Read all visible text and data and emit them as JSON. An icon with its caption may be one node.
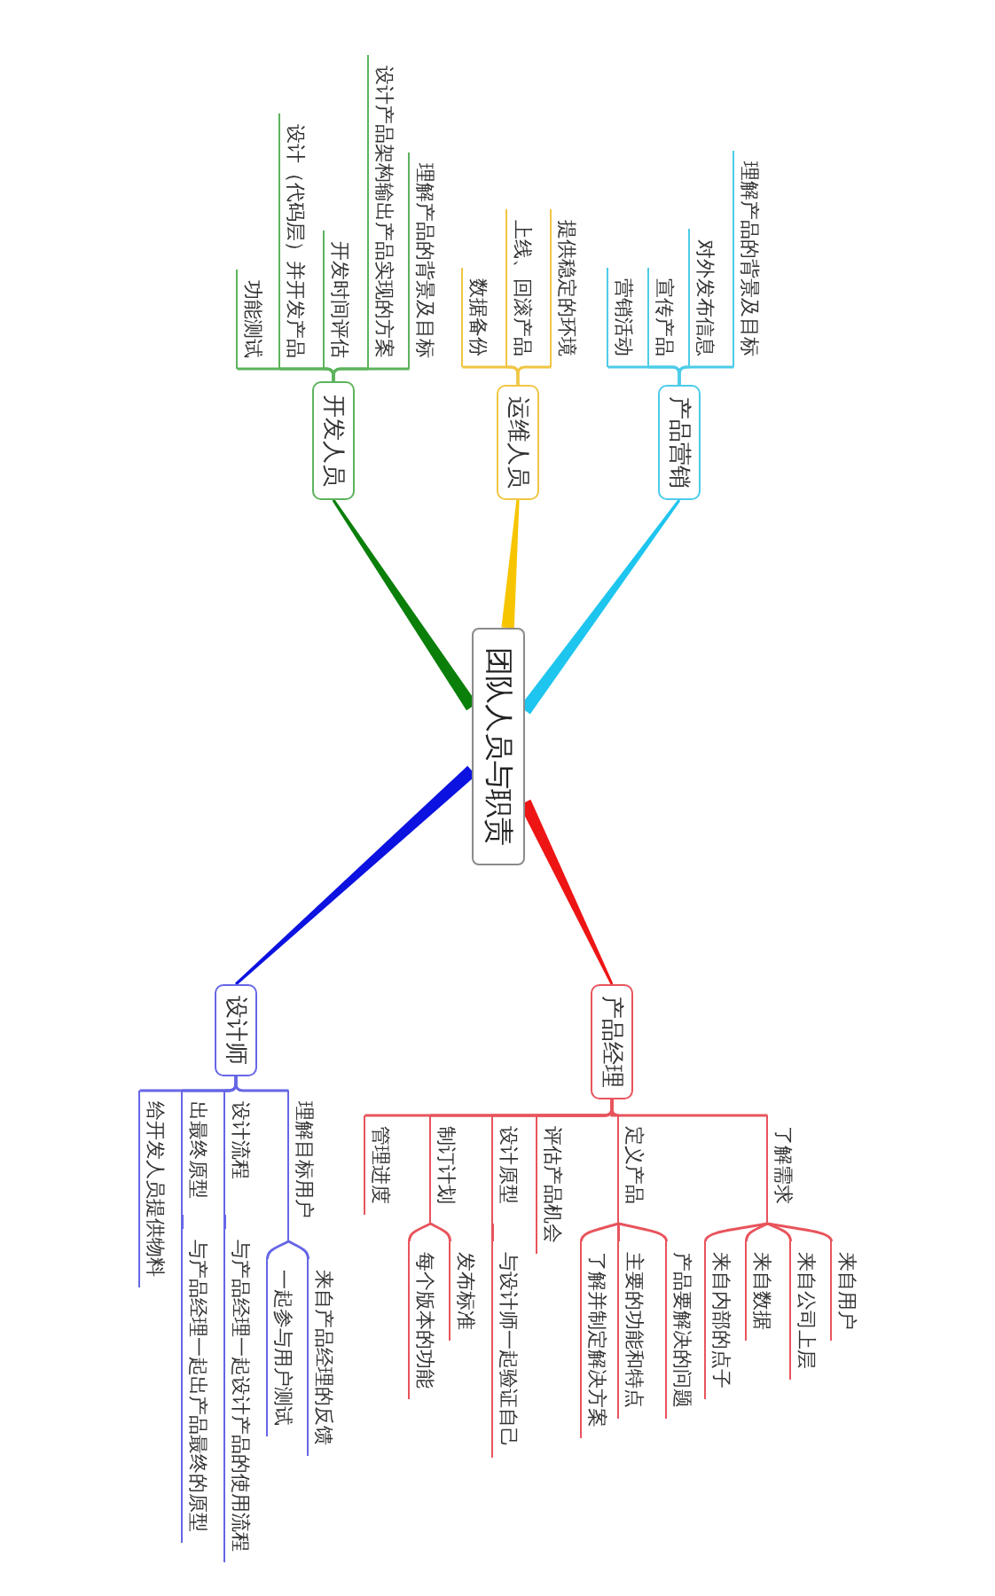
{
  "diagram": {
    "nodes": [
      {
        "text": [
          "团队人员与职责"
        ]
      },
      {
        "text": [
          "开发人员"
        ]
      },
      {
        "text": [
          "理解产品的背景及目标"
        ]
      },
      {
        "text": [
          "设计产品架构输出产品实现的方案"
        ]
      },
      {
        "text": [
          "开发时间评估"
        ]
      },
      {
        "text": [
          "设计（代码层）并开发产品"
        ]
      },
      {
        "text": [
          "功能测试"
        ]
      },
      {
        "text": [
          "运维人员"
        ]
      },
      {
        "text": [
          "提供稳定的环境"
        ]
      },
      {
        "text": [
          "上线、回滚产品"
        ]
      },
      {
        "text": [
          "数据备份"
        ]
      },
      {
        "text": [
          "产品营销"
        ]
      },
      {
        "text": [
          "理解产品的背景及目标"
        ]
      },
      {
        "text": [
          "对外发布信息"
        ]
      },
      {
        "text": [
          "宣传产品"
        ]
      },
      {
        "text": [
          "营销活动"
        ]
      },
      {
        "text": [
          "产品经理"
        ]
      },
      {
        "text": [
          "了解需求"
        ]
      },
      {
        "text": [
          "来自用户"
        ]
      },
      {
        "text": [
          "来自公司上层"
        ]
      },
      {
        "text": [
          "来自数据"
        ]
      },
      {
        "text": [
          "来自内部的点子"
        ]
      },
      {
        "text": [
          "定义产品"
        ]
      },
      {
        "text": [
          "产品要解决的问题"
        ]
      },
      {
        "text": [
          "主要的功能和特点"
        ]
      },
      {
        "text": [
          "了解并制定解决方案"
        ]
      },
      {
        "text": [
          "评估产品机会"
        ]
      },
      {
        "text": [
          "设计原型"
        ]
      },
      {
        "text": [
          "与设计师一起验证自己"
        ]
      },
      {
        "text": [
          "制订计划"
        ]
      },
      {
        "text": [
          "发布标准"
        ]
      },
      {
        "text": [
          "每个版本的功能"
        ]
      },
      {
        "text": [
          "管理进度"
        ]
      },
      {
        "text": [
          "设计师"
        ]
      },
      {
        "text": [
          "理解目标用户"
        ]
      },
      {
        "text": [
          "来自产品经理的反馈"
        ]
      },
      {
        "text": [
          "一起参与用户测试"
        ]
      },
      {
        "text": [
          "设计流程"
        ]
      },
      {
        "text": [
          "与产品经理一起设计产品的使用流程"
        ]
      },
      {
        "text": [
          "出最终原型"
        ]
      },
      {
        "text": [
          "与产品经理一起出产品最终的原型"
        ]
      },
      {
        "text": [
          "给开发人员提供物料"
        ]
      }
    ],
    "edges": [
      {
        "from": 0,
        "to": 1,
        "arrow": "none",
        "style": "thick",
        "color": "#0a7f0a"
      },
      {
        "from": 0,
        "to": 7,
        "arrow": "none",
        "style": "thick",
        "color": "#f6c500"
      },
      {
        "from": 0,
        "to": 11,
        "arrow": "none",
        "style": "thick",
        "color": "#1ec5ee"
      },
      {
        "from": 0,
        "to": 16,
        "arrow": "none",
        "style": "thick",
        "color": "#ee1515"
      },
      {
        "from": 0,
        "to": 33,
        "arrow": "none",
        "style": "thick",
        "color": "#0c12e0"
      },
      {
        "from": 1,
        "to": 2,
        "arrow": "none",
        "color": "#5cb35c"
      },
      {
        "from": 1,
        "to": 3,
        "arrow": "none",
        "color": "#5cb35c"
      },
      {
        "from": 1,
        "to": 4,
        "arrow": "none",
        "color": "#5cb35c"
      },
      {
        "from": 1,
        "to": 5,
        "arrow": "none",
        "color": "#5cb35c"
      },
      {
        "from": 1,
        "to": 6,
        "arrow": "none",
        "color": "#5cb35c"
      },
      {
        "from": 7,
        "to": 8,
        "arrow": "none",
        "color": "#f0c644"
      },
      {
        "from": 7,
        "to": 9,
        "arrow": "none",
        "color": "#f0c644"
      },
      {
        "from": 7,
        "to": 10,
        "arrow": "none",
        "color": "#f0c644"
      },
      {
        "from": 11,
        "to": 12,
        "arrow": "none",
        "color": "#4ccce8"
      },
      {
        "from": 11,
        "to": 13,
        "arrow": "none",
        "color": "#4ccce8"
      },
      {
        "from": 11,
        "to": 14,
        "arrow": "none",
        "color": "#4ccce8"
      },
      {
        "from": 11,
        "to": 15,
        "arrow": "none",
        "color": "#4ccce8"
      },
      {
        "from": 16,
        "to": 17,
        "arrow": "none",
        "color": "#e8545c"
      },
      {
        "from": 16,
        "to": 22,
        "arrow": "none",
        "color": "#e8545c"
      },
      {
        "from": 16,
        "to": 26,
        "arrow": "none",
        "color": "#e8545c"
      },
      {
        "from": 16,
        "to": 27,
        "arrow": "none",
        "color": "#e8545c"
      },
      {
        "from": 16,
        "to": 29,
        "arrow": "none",
        "color": "#e8545c"
      },
      {
        "from": 16,
        "to": 32,
        "arrow": "none",
        "color": "#e8545c"
      },
      {
        "from": 17,
        "to": 18,
        "arrow": "none",
        "color": "#e8545c"
      },
      {
        "from": 17,
        "to": 19,
        "arrow": "none",
        "color": "#e8545c"
      },
      {
        "from": 17,
        "to": 20,
        "arrow": "none",
        "color": "#e8545c"
      },
      {
        "from": 17,
        "to": 21,
        "arrow": "none",
        "color": "#e8545c"
      },
      {
        "from": 22,
        "to": 23,
        "arrow": "none",
        "color": "#e8545c"
      },
      {
        "from": 22,
        "to": 24,
        "arrow": "none",
        "color": "#e8545c"
      },
      {
        "from": 22,
        "to": 25,
        "arrow": "none",
        "color": "#e8545c"
      },
      {
        "from": 27,
        "to": 28,
        "arrow": "none",
        "color": "#e8545c"
      },
      {
        "from": 29,
        "to": 30,
        "arrow": "none",
        "color": "#e8545c"
      },
      {
        "from": 29,
        "to": 31,
        "arrow": "none",
        "color": "#e8545c"
      },
      {
        "from": 33,
        "to": 34,
        "arrow": "none",
        "color": "#6666e6"
      },
      {
        "from": 33,
        "to": 37,
        "arrow": "none",
        "color": "#6666e6"
      },
      {
        "from": 33,
        "to": 39,
        "arrow": "none",
        "color": "#6666e6"
      },
      {
        "from": 33,
        "to": 41,
        "arrow": "none",
        "color": "#6666e6"
      },
      {
        "from": 34,
        "to": 35,
        "arrow": "none",
        "color": "#6666e6"
      },
      {
        "from": 34,
        "to": 36,
        "arrow": "none",
        "color": "#6666e6"
      },
      {
        "from": 37,
        "to": 38,
        "arrow": "none",
        "color": "#6666e6"
      },
      {
        "from": 39,
        "to": 40,
        "arrow": "none",
        "color": "#6666e6"
      }
    ]
  }
}
